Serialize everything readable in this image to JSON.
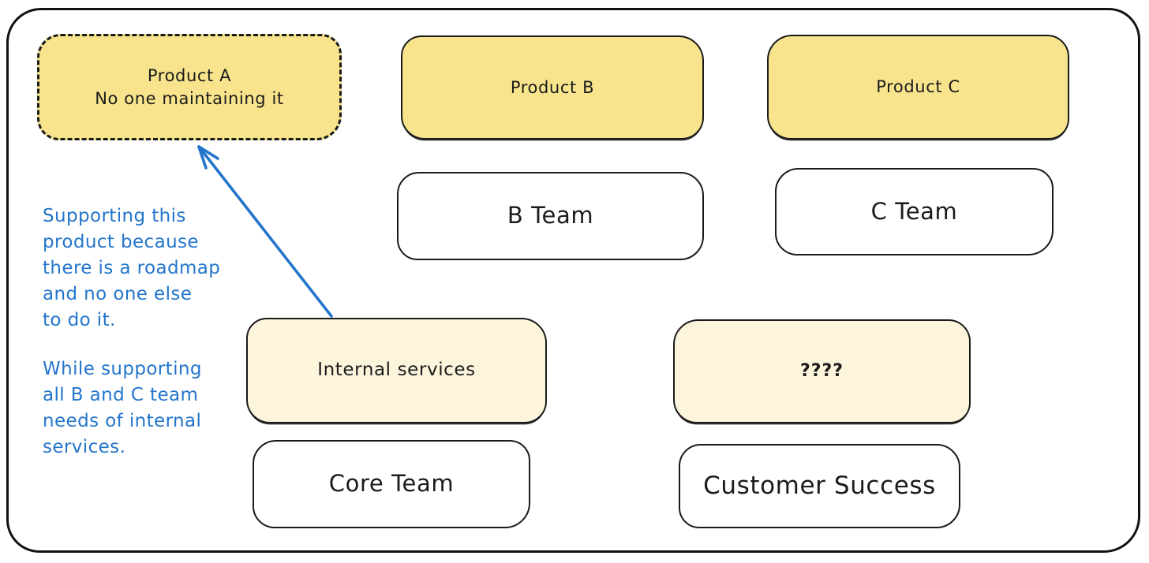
{
  "diagram": {
    "product_a": {
      "line1": "Product A",
      "line2": "No one maintaining it"
    },
    "product_b": {
      "label": "Product B"
    },
    "product_c": {
      "label": "Product C"
    },
    "b_team": {
      "label": "B Team"
    },
    "c_team": {
      "label": "C Team"
    },
    "internal_services": {
      "label": "Internal services"
    },
    "unknown_owner": {
      "label": "????"
    },
    "core_team": {
      "label": "Core Team"
    },
    "customer_success": {
      "label": "Customer Success"
    },
    "annotation": {
      "para1_lines": [
        "Supporting this",
        "product because",
        "there is a roadmap",
        "and no one else",
        "to do it."
      ],
      "para2_lines": [
        "While supporting",
        "all B and C team",
        "needs of internal",
        "services."
      ],
      "para1_text": "Supporting this product because there is a roadmap and no one else to do it.",
      "para2_text": "While supporting all B and C team needs of internal services."
    },
    "arrow": {
      "from": "internal-services-box-top",
      "to": "product-a-box-bottom",
      "color": "#2375CB"
    },
    "colors": {
      "bright_yellow_fill": "#F8E48D",
      "cream_yellow_fill": "#FCF5DC",
      "stroke_black": "#1a1a1a",
      "annotation_blue": "#2375CB",
      "background": "#ffffff"
    }
  }
}
